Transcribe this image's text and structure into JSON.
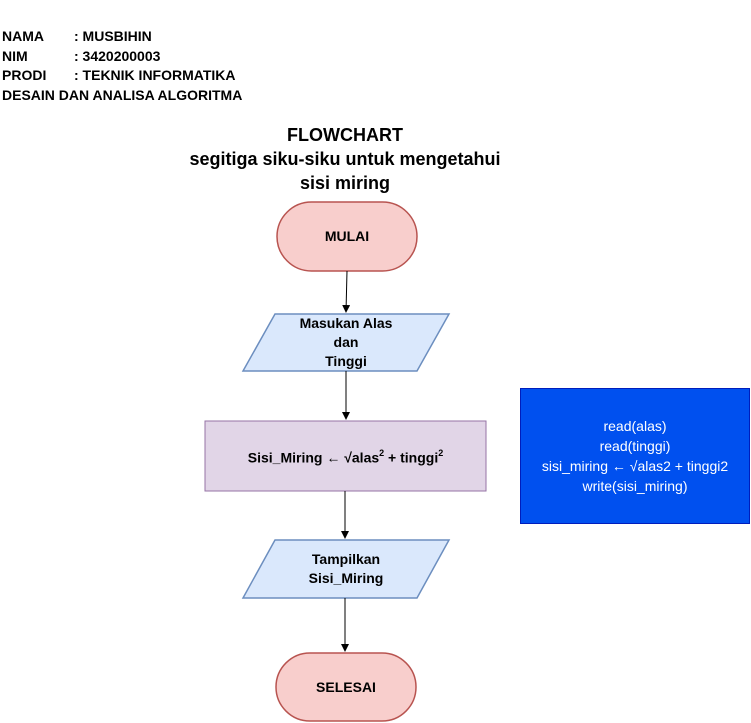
{
  "header": {
    "rows": [
      {
        "key": "NAMA",
        "value": ": MUSBIHIN"
      },
      {
        "key": "NIM",
        "value": ": 3420200003"
      },
      {
        "key": "PRODI",
        "value": ": TEKNIK INFORMATIKA"
      }
    ],
    "course": "DESAIN DAN ANALISA ALGORITMA"
  },
  "title": {
    "line1": "FLOWCHART",
    "line2": "segitiga siku-siku untuk mengetahui",
    "line3": "sisi miring"
  },
  "flowchart": {
    "start": {
      "label": "MULAI"
    },
    "input": {
      "line1": "Masukan Alas",
      "line2": "dan",
      "line3": "Tinggi"
    },
    "process": {
      "prefix": "Sisi_Miring ← √alas",
      "exp1": "2",
      "middle": " + tinggi",
      "exp2": "2"
    },
    "output": {
      "line1": "Tampilkan",
      "line2": "Sisi_Miring"
    },
    "end": {
      "label": "SELESAI"
    }
  },
  "pseudocode": {
    "lines": [
      "read(alas)",
      "read(tinggi)",
      "sisi_miring ← √alas2 + tinggi2",
      "write(sisi_miring)"
    ]
  },
  "colors": {
    "terminator_fill": "#f8cecc",
    "terminator_stroke": "#b85450",
    "io_fill": "#dae8fc",
    "io_stroke": "#6c8ebf",
    "process_fill": "#e1d5e7",
    "process_stroke": "#9673a6",
    "code_fill": "#0050ef"
  }
}
